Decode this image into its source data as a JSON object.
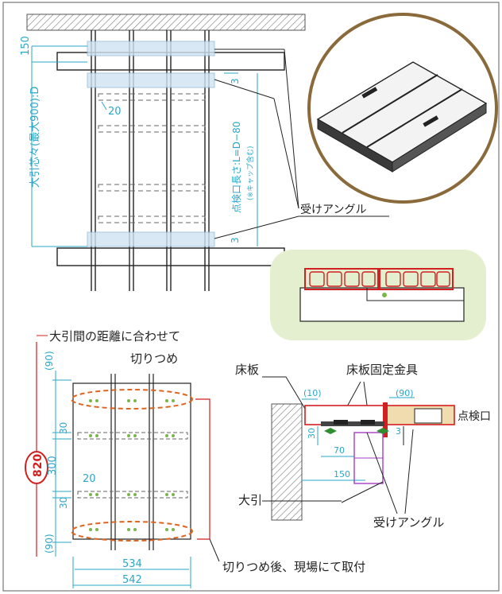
{
  "top_drawing": {
    "dim_150": "150",
    "dim_20": "20",
    "dim_3_top": "3",
    "dim_3_bottom": "3",
    "beam_span_label": "大引芯々(最大900):D",
    "inspection_length_label": "点検口長さ:L=D−80",
    "inspection_length_note": "(※キャップ含む)",
    "angle_label": "受けアングル"
  },
  "bottom_left": {
    "cut_note": "大引間の距離に合わせて",
    "cut_word": "切りつめ",
    "total_820": "820",
    "dim_90_top": "(90)",
    "dim_30_a": "30",
    "dim_300": "300",
    "dim_20": "20",
    "dim_30_b": "30",
    "dim_90_bottom": "(90)",
    "width_534": "534",
    "width_542": "542",
    "after_cut_note": "切りつめ後、現場にて取付"
  },
  "bottom_right": {
    "floor_label": "床板",
    "fixture_label": "床板固定金具",
    "dim_10": "(10)",
    "dim_90": "(90)",
    "dim_3": "3",
    "dim_30": "30",
    "dim_70": "70",
    "dim_150": "150",
    "hatch_label": "点検口",
    "beam_label": "大引",
    "angle_label": "受けアングル"
  },
  "colors": {
    "dimension": "#2aa7c9",
    "highlight": "#d21f1f",
    "panel_fill": "#cfe3f3",
    "green_bg": "#e4efcf",
    "photo_ring": "#8a6a3a"
  }
}
